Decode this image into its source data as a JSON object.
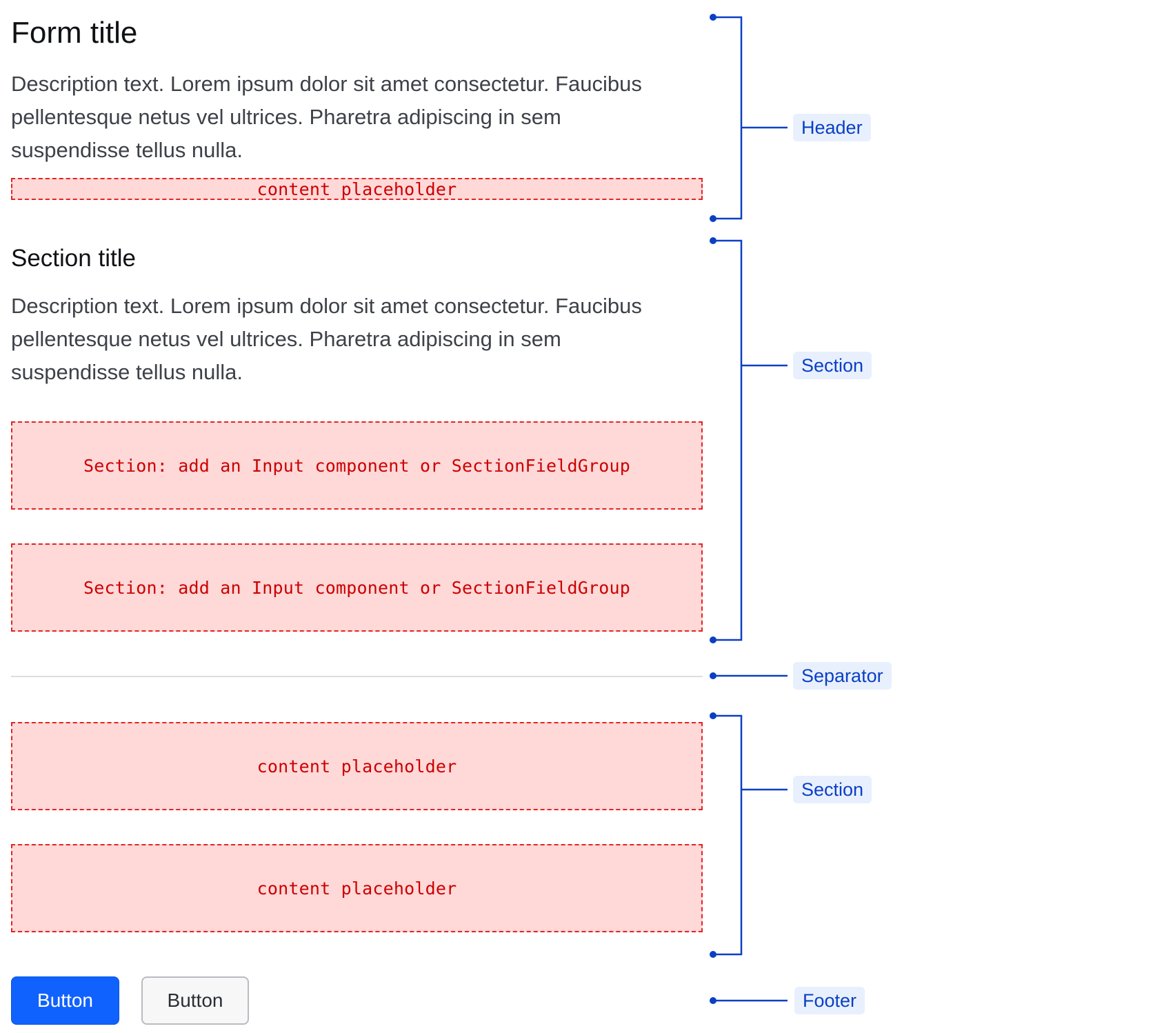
{
  "form": {
    "title": "Form title",
    "description": "Description text. Lorem ipsum dolor sit amet consectetur. Faucibus pellentesque netus vel ultrices. Pharetra adipiscing in sem suspendisse tellus nulla.",
    "header_placeholder": "content placeholder"
  },
  "section": {
    "title": "Section title",
    "description": "Description text. Lorem ipsum dolor sit amet consectetur. Faucibus pellentesque netus vel ultrices. Pharetra adipiscing in sem suspendisse tellus nulla.",
    "slot1": "Section: add an Input component or SectionFieldGroup",
    "slot2": "Section: add an Input component or SectionFieldGroup"
  },
  "section2": {
    "slot1": "content placeholder",
    "slot2": "content placeholder"
  },
  "footer": {
    "primary_button": "Button",
    "secondary_button": "Button"
  },
  "annotations": {
    "header": "Header",
    "section1": "Section",
    "separator": "Separator",
    "section2": "Section",
    "footer": "Footer"
  },
  "colors": {
    "annotation": "#0b3fc4",
    "placeholder_fill": "#ffd8d8",
    "placeholder_border": "#e02424",
    "primary": "#1062fe"
  }
}
